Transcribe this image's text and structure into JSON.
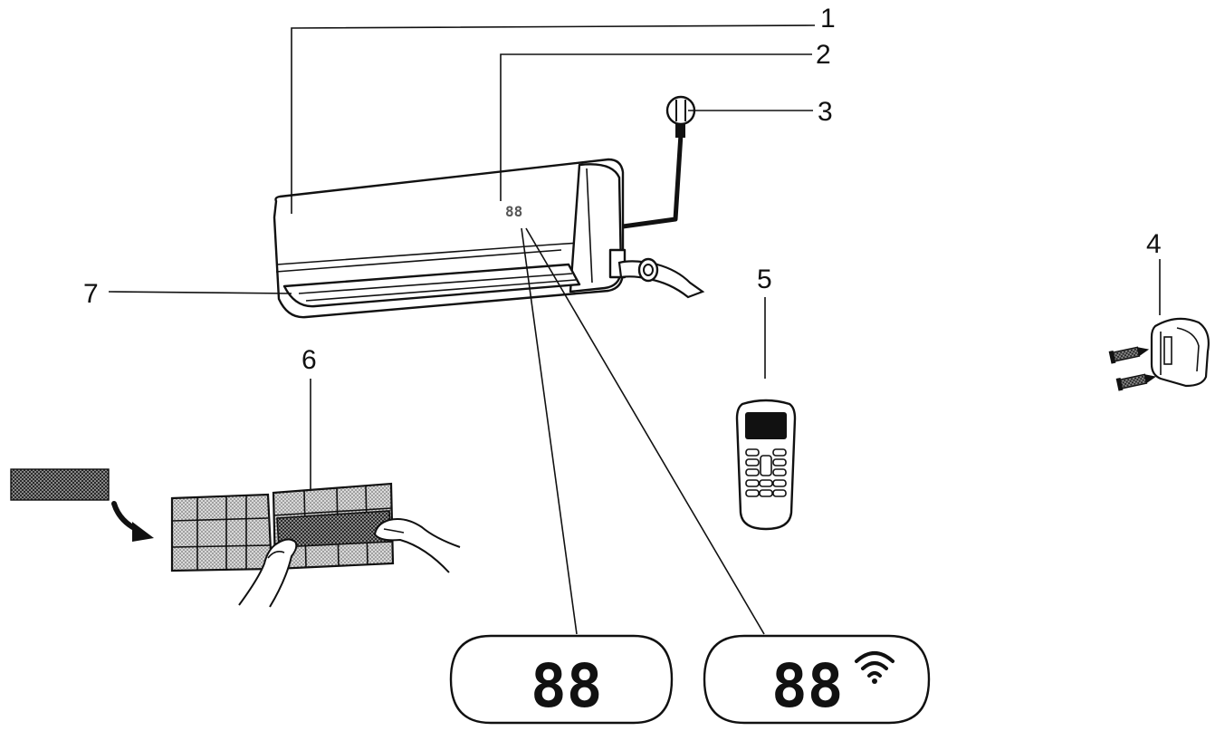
{
  "callouts": [
    {
      "id": "1",
      "label": "1"
    },
    {
      "id": "2",
      "label": "2"
    },
    {
      "id": "3",
      "label": "3"
    },
    {
      "id": "4",
      "label": "4"
    },
    {
      "id": "5",
      "label": "5"
    },
    {
      "id": "6",
      "label": "6"
    },
    {
      "id": "7",
      "label": "7"
    }
  ],
  "unit_display": "88",
  "display_left": "88",
  "display_right": "88",
  "colors": {
    "line": "#111111",
    "mesh": "#b9b9b9",
    "mesh_dark": "#6e6e6e",
    "paper": "#ffffff"
  },
  "icons": [
    "plug-icon",
    "wifi-icon",
    "remote-control-icon",
    "bracket-icon",
    "screw-icon",
    "arrow-icon",
    "hand-icon"
  ]
}
